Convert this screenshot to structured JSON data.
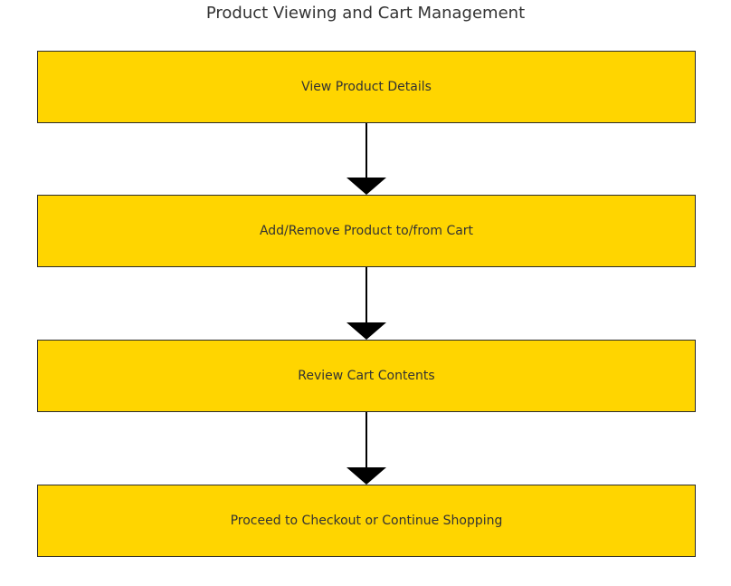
{
  "title": "Product Viewing and Cart Management",
  "colors": {
    "box_fill": "#FFD500",
    "box_border": "#2b2b2b",
    "arrow": "#000000",
    "text": "#333333"
  },
  "steps": [
    {
      "label": "View Product Details"
    },
    {
      "label": "Add/Remove Product to/from Cart"
    },
    {
      "label": "Review Cart Contents"
    },
    {
      "label": "Proceed to Checkout or Continue Shopping"
    }
  ],
  "edges": [
    {
      "from": 0,
      "to": 1
    },
    {
      "from": 1,
      "to": 2
    },
    {
      "from": 2,
      "to": 3
    }
  ]
}
